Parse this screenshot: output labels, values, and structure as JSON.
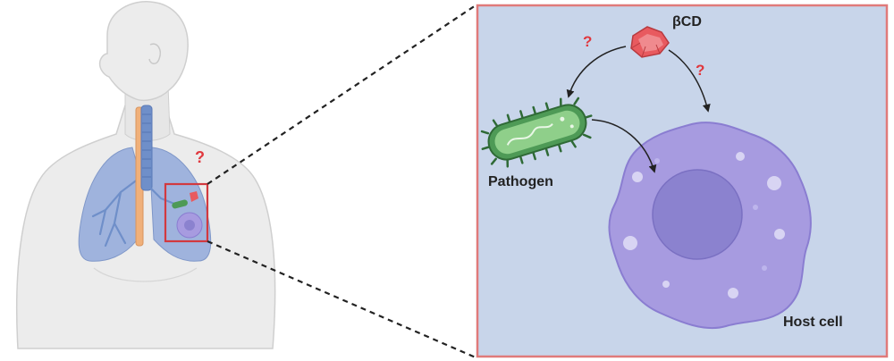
{
  "labels": {
    "bcd": "βCD",
    "pathogen": "Pathogen",
    "host_cell": "Host cell",
    "question_mark": "?"
  },
  "colors": {
    "question": "#e0383e",
    "zoom_border": "#e07a7a",
    "zoom_fill": "#c8d5ea",
    "lung": "#9fb3dd",
    "trachea": "#6f8fc9",
    "esophagus": "#f0b07a",
    "skin": "#ececec",
    "pathogen_green": "#4e9a56",
    "cell_purple": "#a79be0",
    "nucleus": "#8b82cf",
    "bcd_red": "#e85a5f"
  },
  "icons": [
    "human-torso-icon",
    "lungs-icon",
    "pathogen-bacterium-icon",
    "host-cell-icon",
    "beta-cyclodextrin-icon"
  ]
}
